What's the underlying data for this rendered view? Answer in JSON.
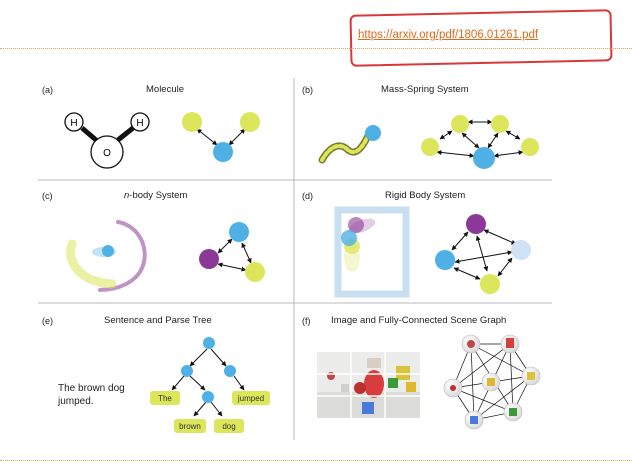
{
  "link": {
    "url": "https://arxiv.org/pdf/1806.01261.pdf"
  },
  "panels": [
    {
      "label": "(a)",
      "title": "Molecule"
    },
    {
      "label": "(b)",
      "title": "Mass-Spring System"
    },
    {
      "label": "(c)",
      "title_italic": "n",
      "title": "-body System"
    },
    {
      "label": "(d)",
      "title": "Rigid Body System"
    },
    {
      "label": "(e)",
      "title": "Sentence and Parse Tree"
    },
    {
      "label": "(f)",
      "title": "Image and Fully-Connected Scene Graph"
    }
  ],
  "molecule": {
    "h_left": "H",
    "h_right": "H",
    "o": "O"
  },
  "sentence": {
    "text": "The brown dog jumped."
  },
  "parse_tree": {
    "words": [
      "The",
      "jumped",
      "brown",
      "dog"
    ]
  },
  "colors": {
    "blue": "#4fb0e6",
    "lime": "#dbe65a",
    "purple": "#8a3a96",
    "lightblue": "#cfe3f5",
    "annotation": "#d9383a",
    "link": "#e06a1a",
    "divider": "#b8b8b8"
  }
}
